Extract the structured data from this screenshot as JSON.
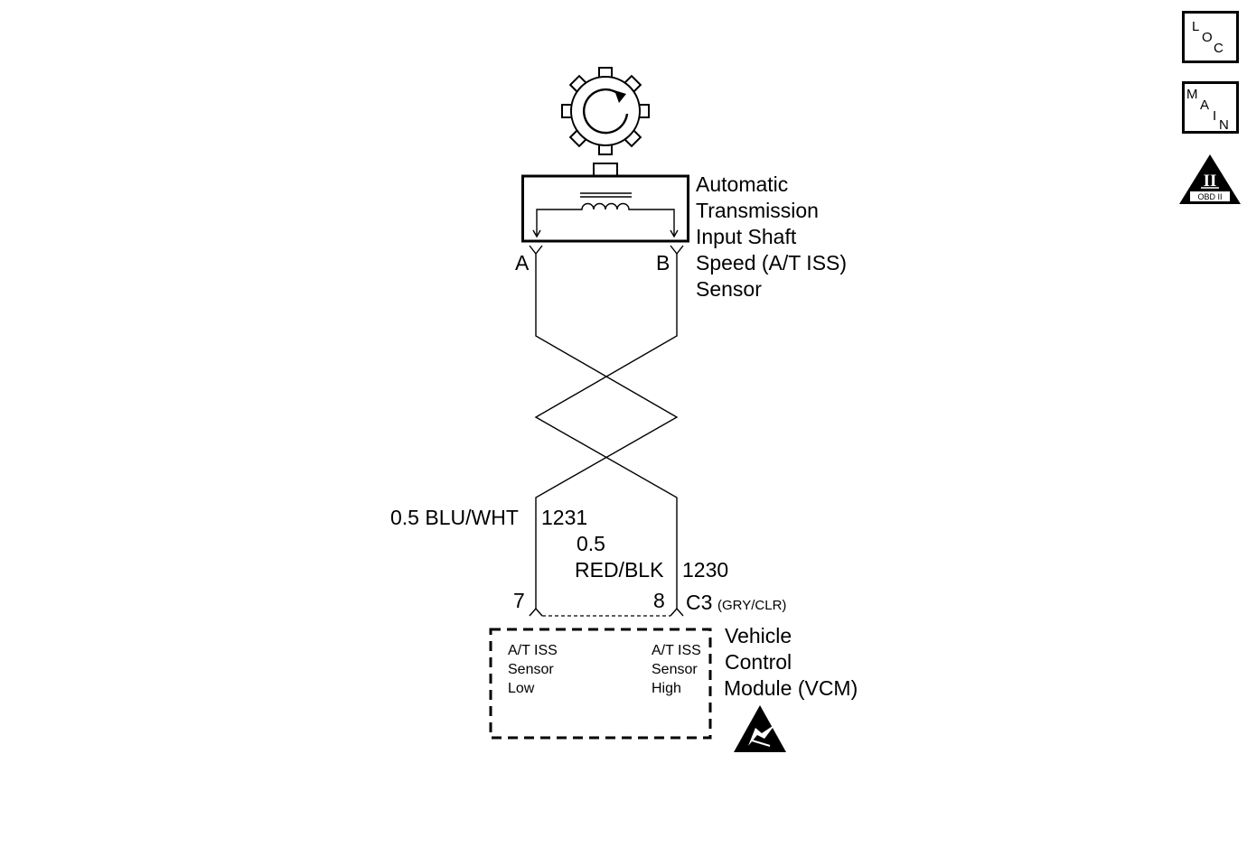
{
  "sensor": {
    "name_lines": [
      "Automatic",
      "Transmission",
      "Input Shaft",
      "Speed (A/T ISS)",
      "Sensor"
    ],
    "terminal_a": "A",
    "terminal_b": "B"
  },
  "wires": {
    "left": {
      "gauge_color": "0.5 BLU/WHT",
      "circuit": "1231"
    },
    "right": {
      "gauge": "0.5",
      "color": "RED/BLK",
      "circuit": "1230"
    }
  },
  "connector": {
    "name": "C3",
    "color_code": "(GRY/CLR)",
    "pin_left": "7",
    "pin_right": "8"
  },
  "module": {
    "name_lines": [
      "Vehicle",
      "Control",
      "Module (VCM)"
    ],
    "input_low_lines": [
      "A/T ISS",
      "Sensor",
      "Low"
    ],
    "input_high_lines": [
      "A/T ISS",
      "Sensor",
      "High"
    ]
  },
  "badges": {
    "loc": [
      "L",
      "O",
      "C"
    ],
    "main": [
      "M",
      "A",
      "I",
      "N"
    ],
    "obd": {
      "numeral": "II",
      "text": "OBD II"
    }
  },
  "icons": [
    "reluctor-wheel-icon",
    "esd-warning-icon",
    "loc-badge-icon",
    "main-badge-icon",
    "obd2-badge-icon"
  ]
}
